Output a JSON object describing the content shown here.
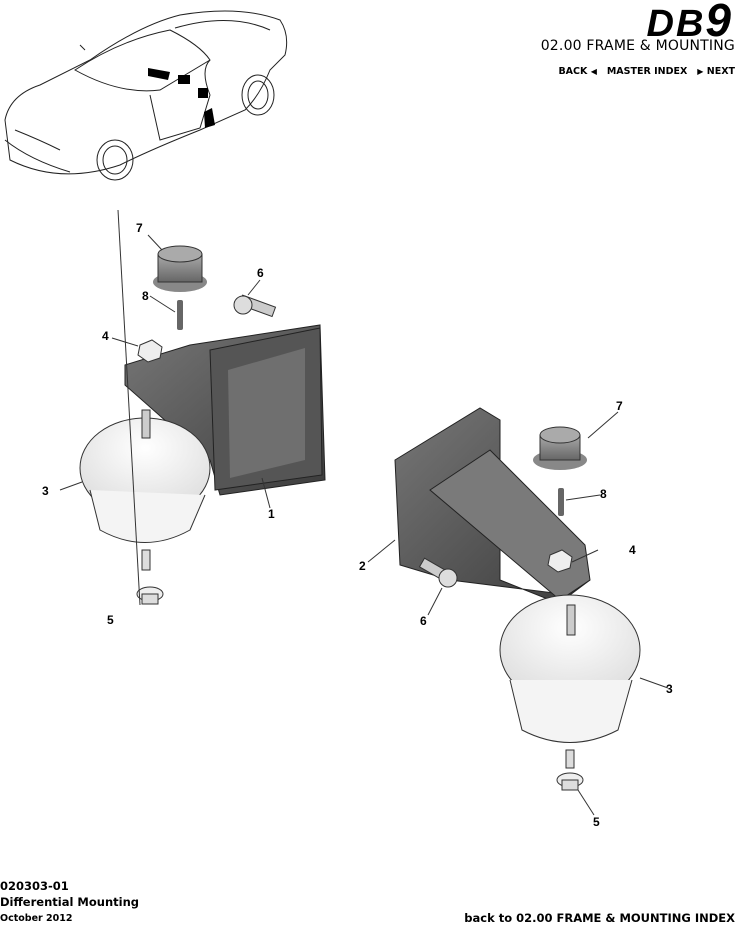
{
  "header": {
    "logo_text": "DB",
    "logo_digit": "9",
    "section_title": "02.00 FRAME & MOUNTING",
    "nav": {
      "back_label": "BACK",
      "back_icon": "triangle-left-icon",
      "master_index_label": "MASTER INDEX",
      "next_icon": "triangle-right-icon",
      "next_label": "NEXT"
    }
  },
  "illustration": {
    "vehicle_overview": "car-locator-icon",
    "callouts": [
      {
        "id": "1",
        "label": "1"
      },
      {
        "id": "2",
        "label": "2"
      },
      {
        "id": "3a",
        "label": "3"
      },
      {
        "id": "3b",
        "label": "3"
      },
      {
        "id": "4a",
        "label": "4"
      },
      {
        "id": "4b",
        "label": "4"
      },
      {
        "id": "5a",
        "label": "5"
      },
      {
        "id": "5b",
        "label": "5"
      },
      {
        "id": "6a",
        "label": "6"
      },
      {
        "id": "6b",
        "label": "6"
      },
      {
        "id": "7a",
        "label": "7"
      },
      {
        "id": "7b",
        "label": "7"
      },
      {
        "id": "8a",
        "label": "8"
      },
      {
        "id": "8b",
        "label": "8"
      }
    ]
  },
  "footer": {
    "code": "020303-01",
    "title": "Differential Mounting",
    "date": "October 2012",
    "index_link": "back to 02.00 FRAME & MOUNTING INDEX"
  }
}
